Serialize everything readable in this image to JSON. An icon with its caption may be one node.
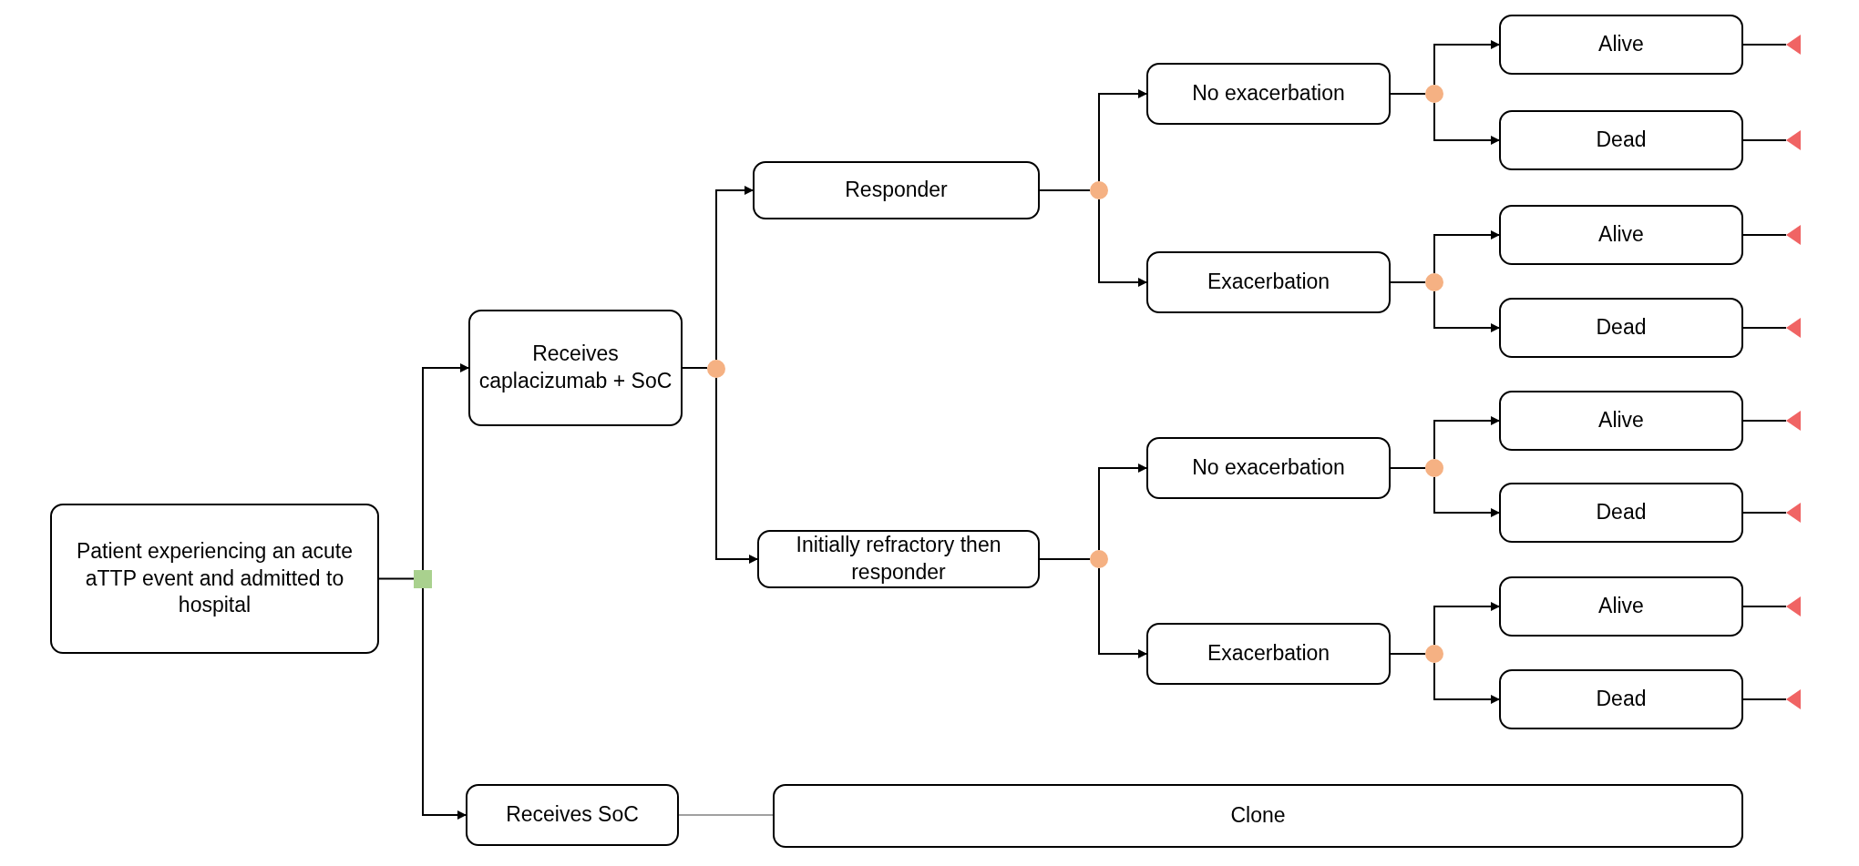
{
  "diagram": {
    "nodes": [
      {
        "text": [
          "Patient experiencing an acute aTTP event and admitted to hospital"
        ]
      },
      {
        "text": [],
        "shape": "box"
      },
      {
        "text": [
          "Receives caplacizumab + SoC"
        ]
      },
      {
        "text": [],
        "shape": "circle"
      },
      {
        "text": [
          "Responder"
        ]
      },
      {
        "text": [],
        "shape": "circle"
      },
      {
        "text": [
          "No exacerbation"
        ]
      },
      {
        "text": [],
        "shape": "circle"
      },
      {
        "text": [
          "Alive"
        ]
      },
      {
        "text": [
          "Dead"
        ]
      },
      {
        "text": [
          "Exacerbation"
        ]
      },
      {
        "text": [],
        "shape": "circle"
      },
      {
        "text": [
          "Alive"
        ]
      },
      {
        "text": [
          "Dead"
        ]
      },
      {
        "text": [
          "Initially refractory then responder"
        ]
      },
      {
        "text": [],
        "shape": "circle"
      },
      {
        "text": [
          "No exacerbation"
        ]
      },
      {
        "text": [],
        "shape": "circle"
      },
      {
        "text": [
          "Alive"
        ]
      },
      {
        "text": [
          "Dead"
        ]
      },
      {
        "text": [
          "Exacerbation"
        ]
      },
      {
        "text": [],
        "shape": "circle"
      },
      {
        "text": [
          "Alive"
        ]
      },
      {
        "text": [
          "Dead"
        ]
      },
      {
        "text": [
          "Receives SoC"
        ]
      },
      {
        "text": [
          "Clone"
        ]
      },
      {
        "text": [],
        "shape": "triangle"
      },
      {
        "text": [],
        "shape": "triangle"
      },
      {
        "text": [],
        "shape": "triangle"
      },
      {
        "text": [],
        "shape": "triangle"
      },
      {
        "text": [],
        "shape": "triangle"
      },
      {
        "text": [],
        "shape": "triangle"
      },
      {
        "text": [],
        "shape": "triangle"
      },
      {
        "text": [],
        "shape": "triangle"
      }
    ],
    "edges": [
      {
        "from": 0,
        "to": 1,
        "arrow": "none"
      },
      {
        "from": 1,
        "to": 2,
        "arrow": "to"
      },
      {
        "from": 1,
        "to": 24,
        "arrow": "to"
      },
      {
        "from": 2,
        "to": 3,
        "arrow": "none"
      },
      {
        "from": 3,
        "to": 4,
        "arrow": "to"
      },
      {
        "from": 3,
        "to": 14,
        "arrow": "to"
      },
      {
        "from": 4,
        "to": 5,
        "arrow": "none"
      },
      {
        "from": 5,
        "to": 6,
        "arrow": "to"
      },
      {
        "from": 5,
        "to": 10,
        "arrow": "to"
      },
      {
        "from": 6,
        "to": 7,
        "arrow": "none"
      },
      {
        "from": 7,
        "to": 8,
        "arrow": "to"
      },
      {
        "from": 7,
        "to": 9,
        "arrow": "to"
      },
      {
        "from": 10,
        "to": 11,
        "arrow": "none"
      },
      {
        "from": 11,
        "to": 12,
        "arrow": "to"
      },
      {
        "from": 11,
        "to": 13,
        "arrow": "to"
      },
      {
        "from": 14,
        "to": 15,
        "arrow": "none"
      },
      {
        "from": 15,
        "to": 16,
        "arrow": "to"
      },
      {
        "from": 15,
        "to": 20,
        "arrow": "to"
      },
      {
        "from": 16,
        "to": 17,
        "arrow": "none"
      },
      {
        "from": 17,
        "to": 18,
        "arrow": "to"
      },
      {
        "from": 17,
        "to": 19,
        "arrow": "to"
      },
      {
        "from": 20,
        "to": 21,
        "arrow": "none"
      },
      {
        "from": 21,
        "to": 22,
        "arrow": "to"
      },
      {
        "from": 21,
        "to": 23,
        "arrow": "to"
      },
      {
        "from": 24,
        "to": 25,
        "arrow": "none",
        "color": "#808080"
      },
      {
        "from": 8,
        "to": 26,
        "arrow": "none"
      },
      {
        "from": 9,
        "to": 27,
        "arrow": "none"
      },
      {
        "from": 12,
        "to": 28,
        "arrow": "none"
      },
      {
        "from": 13,
        "to": 29,
        "arrow": "none"
      },
      {
        "from": 18,
        "to": 30,
        "arrow": "none"
      },
      {
        "from": 19,
        "to": 31,
        "arrow": "none"
      },
      {
        "from": 22,
        "to": 32,
        "arrow": "none"
      },
      {
        "from": 23,
        "to": 33,
        "arrow": "none"
      }
    ]
  }
}
